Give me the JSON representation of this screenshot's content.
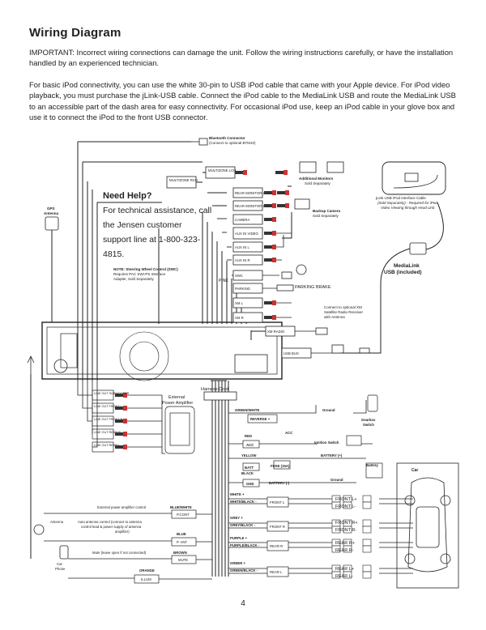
{
  "title": "Wiring Diagram",
  "intro": "IMPORTANT: Incorrect wiring connections can damage the unit. Follow the wiring instructions carefully, or have the installation handled by an experienced technician.",
  "body": "For basic iPod connectivity, you can use the white 30-pin to USB iPod cable that came with your Apple device. For iPod video playback, you must purchase the jLink-USB cable. Connect the iPod cable to the MediaLink USB and route the MediaLink USB to an accessible part of the dash area for easy connectivity. For occasional iPod use, keep an iPod cable in your glove box and use it to connect the iPod to the front USB connector.",
  "help": {
    "title": "Need Help?",
    "text": "For technical assistance, call the Jensen customer support line at 1-800-323-4815."
  },
  "diagram": {
    "bluetooth": "Bluetooth Connector",
    "bluetooth_sub": "(Connect to optional BTM10)",
    "multizone_lch": "MULTIZONE LCH",
    "multizone_rch": "MULTIZONE RCH",
    "rear_monitor_2": "REAR MONITOR 2",
    "rear_monitor_1": "REAR MONITOR 1",
    "camera": "CAMERA",
    "aux_in_video": "AUX IN VIDEO",
    "aux_in_l": "AUX IN L",
    "aux_in_r": "AUX IN R",
    "swc": "SWC",
    "pink": "PINK",
    "parking": "PARKING",
    "parking_brake": "PARKING BRAKE",
    "xm_l": "XM L",
    "xm_r": "XM R",
    "xm_radio": "XM RADIO",
    "usb_bus": "USB BUS",
    "additional_monitors": "Additional Monitors",
    "sold_separately": "Sold Separately",
    "backup_camera": "Backup Camera",
    "jlink_caption_1": "jLink USB iPod Interface Cable",
    "jlink_caption_2": "(Sold Separately) - Required for iPod",
    "jlink_caption_3": "Video Viewing through Head Unit",
    "medialink_1": "MediaLink",
    "medialink_2": "USB (included)",
    "xm_note_1": "Connect to optional XM",
    "xm_note_2": "Satellite Radio Receiver",
    "xm_note_3": "with Antenna",
    "gps_1": "GPS",
    "gps_2": "Antenna",
    "swc_note_1": "NOTE: Steering Wheel Control (SWC)",
    "swc_note_2": "Requires PAC SWI-PS Interface",
    "swc_note_3": "Adapter, Sold Separately",
    "line_out_sub": "LINE OUT SUBWOOFER",
    "line_out_front_l": "LINE OUT FRONT L",
    "line_out_front_r": "LINE OUT FRONT R",
    "line_out_rear_r": "LINE OUT REAR R",
    "line_out_rear_l": "LINE OUT REAR L",
    "external_amp_1": "External",
    "external_amp_2": "Power Amplifier",
    "harness_cord": "Harness Cord",
    "green_white": "GREEN/WHITE",
    "reverse": "REVERSE +",
    "ground": "Ground",
    "gearbox_1": "Gearbox",
    "gearbox_2": "Switch",
    "red": "RED",
    "acc": "ACC",
    "ignition_switch": "Ignition Switch",
    "yellow": "YELLOW",
    "fuse": "FUSE (15A)",
    "batt": "BATT",
    "battery_plus": "BATTERY (+)",
    "battery": "Battery",
    "black": "BLACK",
    "gnd": "GND",
    "battery_minus": "BATTERY (-)",
    "car": "Car",
    "white_plus": "WHITE +",
    "white_black": "WHITE/BLACK -",
    "front_l_box": "FRONT L",
    "front_l_plus": "FRONT L+",
    "front_l_minus": "FRONT L-",
    "grey_plus": "GREY +",
    "grey_black": "GREY/BLACK -",
    "front_r_box": "FRONT R",
    "front_r_plus": "FRONT R+",
    "front_r_minus": "FRONT R-",
    "purple_plus": "PURPLE +",
    "purple_black": "PURPLE/BLACK -",
    "rear_r_box": "REAR R",
    "rear_r_plus": "REAR R+",
    "rear_r_minus": "REAR R-",
    "green_plus": "GREEN +",
    "green_black": "GREEN/BLACK -",
    "rear_l_box": "REAR L",
    "rear_l_plus": "REAR L+",
    "rear_l_minus": "REAR L-",
    "ext_amp_control": "External power amplifier control",
    "blue_white": "BLUE/WHITE",
    "p_cont": "P.CONT",
    "antenna": "Antenna",
    "auto_ant_1": "Auto antenna control (connect to antenna",
    "auto_ant_2": "control lead & power supply of antenna",
    "auto_ant_3": "amplifier)",
    "blue": "BLUE",
    "p_ant": "P. ANT",
    "mute_note": "Mute (leave open if not connected)",
    "brown": "BROWN",
    "mute": "MUTE",
    "car_phone_1": "Car",
    "car_phone_2": "Phone",
    "orange": "ORANGE",
    "illum": "ILLUM"
  },
  "page_number": "4"
}
